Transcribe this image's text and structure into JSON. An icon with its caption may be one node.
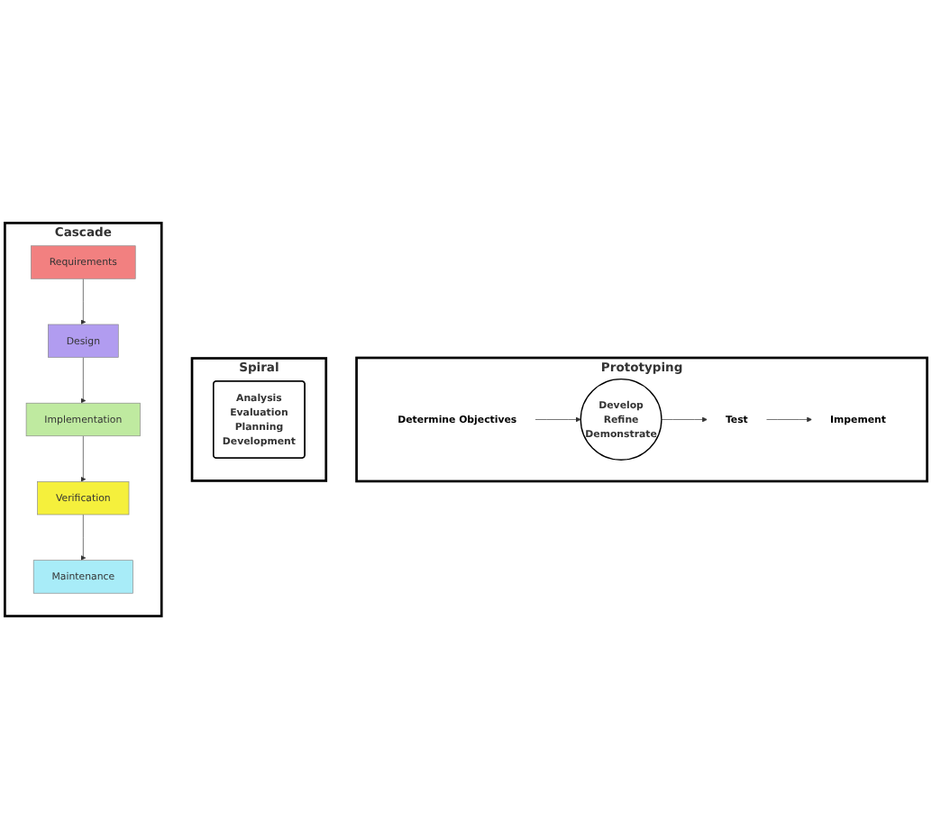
{
  "diagram": {
    "nodes": [
      {
        "text": [
          "Prototyping"
        ]
      },
      {
        "text": [
          "Determine Objectives"
        ],
        "in": 0
      },
      {
        "text": [
          "Develop",
          "Refine",
          "Demonstrate"
        ],
        "in": 0
      },
      {
        "text": [
          "Test"
        ],
        "in": 0
      },
      {
        "text": [
          "Impement"
        ],
        "in": 0
      },
      {
        "text": [
          "Spiral"
        ]
      },
      {
        "text": [
          "Analysis",
          "Evaluation",
          "Planning",
          "Development"
        ],
        "in": 5
      },
      {
        "text": [
          "Cascade"
        ]
      },
      {
        "text": [
          "Requirements"
        ],
        "in": 7
      },
      {
        "text": [
          "Design"
        ],
        "in": 7
      },
      {
        "text": [
          "Implementation"
        ],
        "in": 7
      },
      {
        "text": [
          "Verification"
        ],
        "in": 7
      },
      {
        "text": [
          "Maintenance"
        ],
        "in": 7
      }
    ],
    "edges": [
      {
        "from": 1,
        "to": 2,
        "arrow": "to"
      },
      {
        "from": 2,
        "to": 3,
        "arrow": "to"
      },
      {
        "from": 3,
        "to": 4,
        "arrow": "to"
      },
      {
        "from": 8,
        "to": 9,
        "arrow": "to"
      },
      {
        "from": 9,
        "to": 10,
        "arrow": "to"
      },
      {
        "from": 10,
        "to": 11,
        "arrow": "to"
      },
      {
        "from": 11,
        "to": 12,
        "arrow": "to"
      }
    ]
  }
}
